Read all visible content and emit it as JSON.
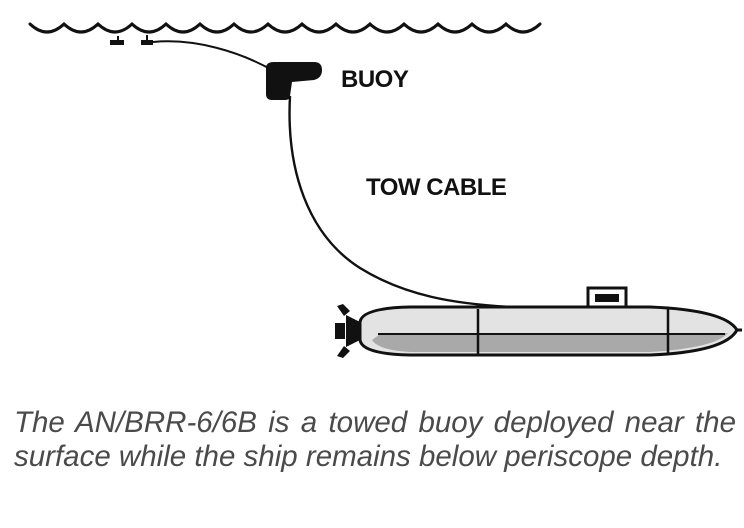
{
  "labels": {
    "buoy": "BUOY",
    "tow_cable": "TOW CABLE"
  },
  "caption": "The AN/BRR-6/6B is a towed buoy deployed near the surface while the ship remains below periscope depth.",
  "colors": {
    "line": "#111111",
    "hull_light": "#e3e3e3",
    "hull_dark": "#a9a9a9",
    "caption_text": "#4a4a4a"
  }
}
